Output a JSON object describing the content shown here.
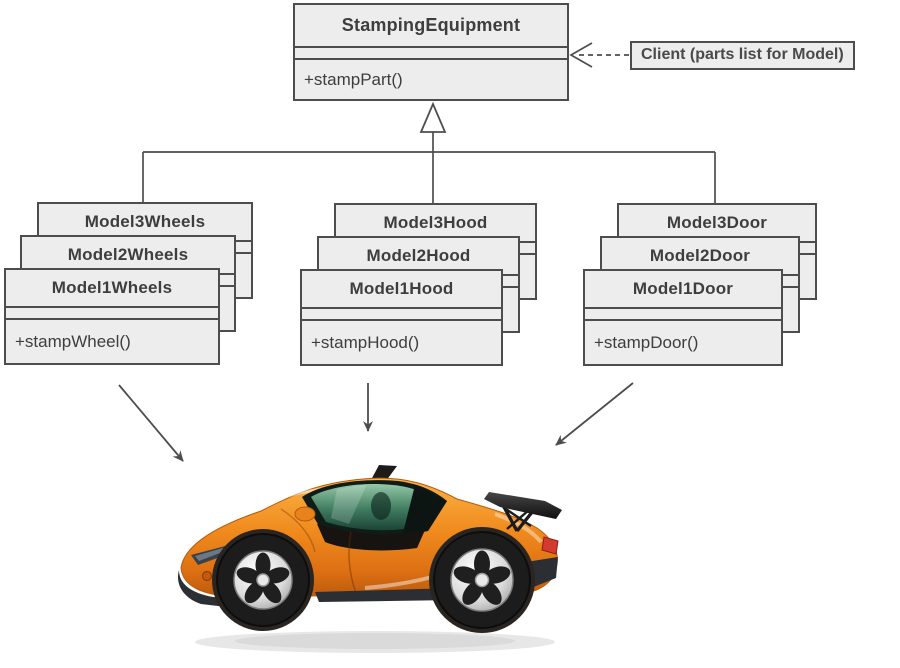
{
  "superclass": {
    "title": "StampingEquipment",
    "attributes": "",
    "method": "+stampPart()"
  },
  "client": {
    "label": "Client (parts list for Model)"
  },
  "stacks": [
    {
      "id": "wheels",
      "classes": [
        "Model3Wheels",
        "Model2Wheels",
        "Model1Wheels"
      ],
      "front_method": "+stampWheel()"
    },
    {
      "id": "hood",
      "classes": [
        "Model3Hood",
        "Model2Hood",
        "Model1Hood"
      ],
      "front_method": "+stampHood()"
    },
    {
      "id": "door",
      "classes": [
        "Model3Door",
        "Model2Door",
        "Model1Door"
      ],
      "front_method": "+stampDoor()"
    }
  ],
  "car": {
    "description": "orange cartoon sports car with rear spoiler"
  },
  "colors": {
    "box_fill": "#ededed",
    "box_border": "#4d4d4d",
    "line": "#4d4d4d",
    "car_body_orange": "#f08a1d",
    "car_glass_green": "#3f7b5f",
    "car_trim_black": "#1b1b1b",
    "taillight_red": "#d23b2e"
  }
}
